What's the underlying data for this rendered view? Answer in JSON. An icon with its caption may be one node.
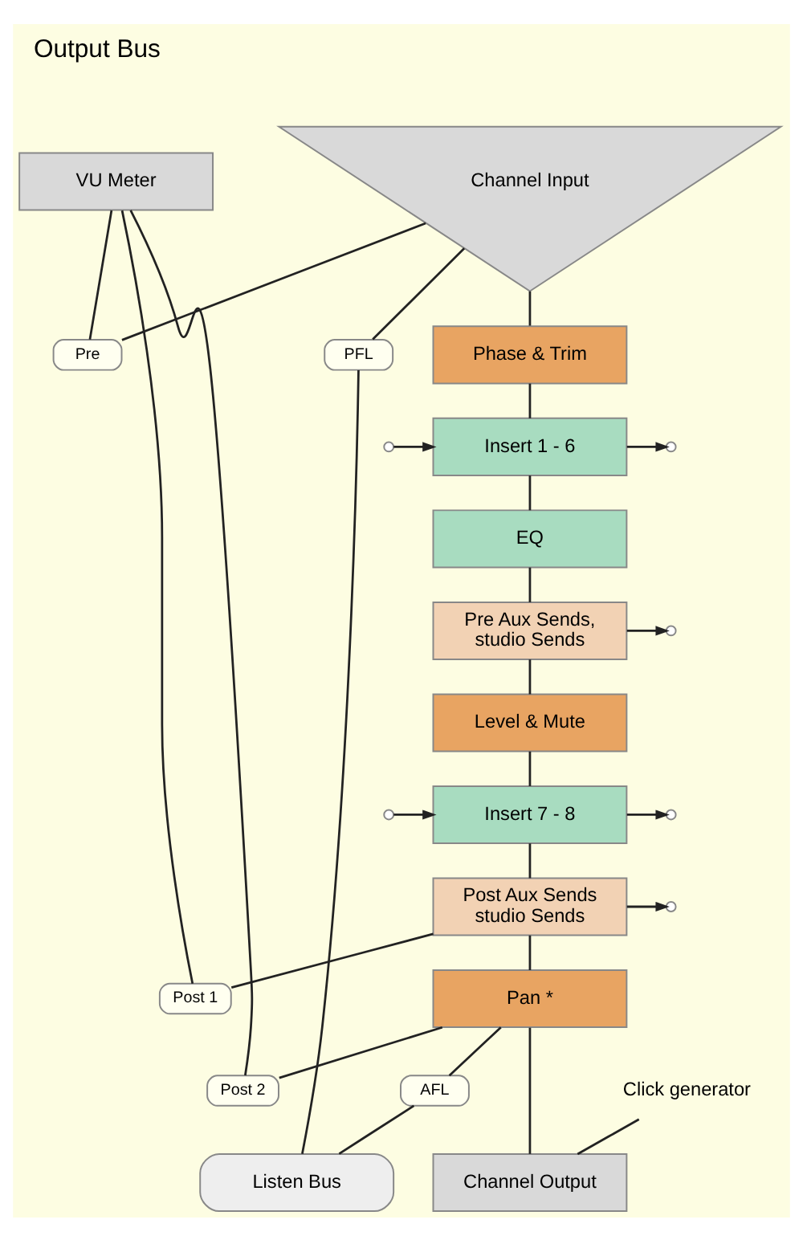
{
  "diagram": {
    "title": "Output Bus",
    "nodes": [
      {
        "text": [
          "VU Meter"
        ]
      },
      {
        "text": [
          "Channel Input"
        ]
      },
      {
        "text": [
          "Pre"
        ]
      },
      {
        "text": [
          "PFL"
        ]
      },
      {
        "text": [
          "Phase & Trim"
        ]
      },
      {
        "text": [
          "Insert 1 - 6"
        ]
      },
      {
        "text": [
          "EQ"
        ]
      },
      {
        "text": [
          "Pre Aux Sends, studio Sends"
        ]
      },
      {
        "text": [
          "Level & Mute"
        ]
      },
      {
        "text": [
          "Insert 7 - 8"
        ]
      },
      {
        "text": [
          "Post Aux Sends studio Sends"
        ]
      },
      {
        "text": [
          "Post 1"
        ]
      },
      {
        "text": [
          "Pan *"
        ]
      },
      {
        "text": [
          "Post 2"
        ]
      },
      {
        "text": [
          "AFL"
        ]
      },
      {
        "text": [
          "Click generator"
        ]
      },
      {
        "text": [
          "Channel Output"
        ]
      },
      {
        "text": [
          "Listen Bus"
        ]
      }
    ],
    "edges": [
      {
        "from": 1,
        "to": 4,
        "arrow": "none"
      },
      {
        "from": 1,
        "to": 2,
        "arrow": "none"
      },
      {
        "from": 1,
        "to": 3,
        "arrow": "none"
      },
      {
        "from": 2,
        "to": 0,
        "arrow": "none"
      },
      {
        "from": 3,
        "to": 17,
        "arrow": "none"
      },
      {
        "from": 4,
        "to": 5,
        "arrow": "none"
      },
      {
        "from": null,
        "to": 5,
        "arrow": "to"
      },
      {
        "from": 5,
        "to": null,
        "arrow": "to"
      },
      {
        "from": 5,
        "to": 6,
        "arrow": "none"
      },
      {
        "from": 6,
        "to": 7,
        "arrow": "none"
      },
      {
        "from": 7,
        "to": null,
        "arrow": "to"
      },
      {
        "from": 7,
        "to": 8,
        "arrow": "none"
      },
      {
        "from": 8,
        "to": 9,
        "arrow": "none"
      },
      {
        "from": null,
        "to": 9,
        "arrow": "to"
      },
      {
        "from": 9,
        "to": null,
        "arrow": "to"
      },
      {
        "from": 9,
        "to": 10,
        "arrow": "none"
      },
      {
        "from": 10,
        "to": null,
        "arrow": "to"
      },
      {
        "from": 10,
        "to": 12,
        "arrow": "none"
      },
      {
        "from": 10,
        "to": 11,
        "arrow": "none"
      },
      {
        "from": 11,
        "to": 0,
        "arrow": "none"
      },
      {
        "from": 12,
        "to": 16,
        "arrow": "none"
      },
      {
        "from": 12,
        "to": 13,
        "arrow": "none"
      },
      {
        "from": 12,
        "to": 14,
        "arrow": "none"
      },
      {
        "from": 13,
        "to": 0,
        "arrow": "none"
      },
      {
        "from": 14,
        "to": 17,
        "arrow": "none"
      },
      {
        "from": 15,
        "to": 16,
        "arrow": "none"
      }
    ]
  }
}
